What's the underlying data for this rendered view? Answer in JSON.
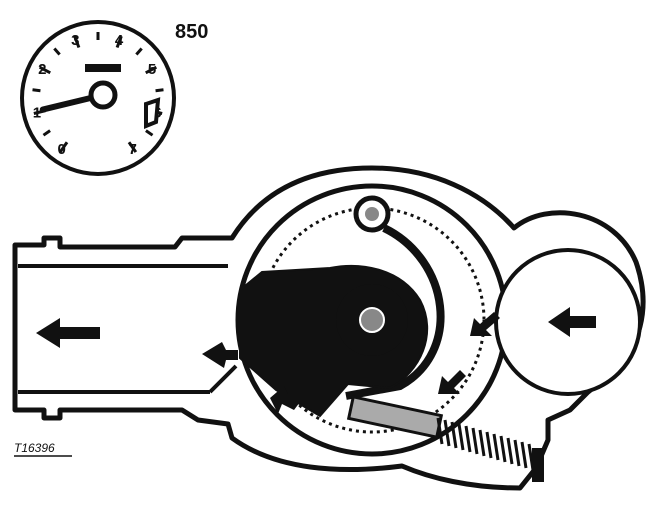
{
  "gauge": {
    "title": "850",
    "scale_labels": [
      "0",
      "1",
      "2",
      "3",
      "4",
      "5",
      "6",
      "7"
    ],
    "needle_value": 1
  },
  "figure": {
    "reference": "T16396"
  },
  "colors": {
    "ink": "#111111",
    "paper": "#ffffff",
    "spring": "#555555"
  }
}
